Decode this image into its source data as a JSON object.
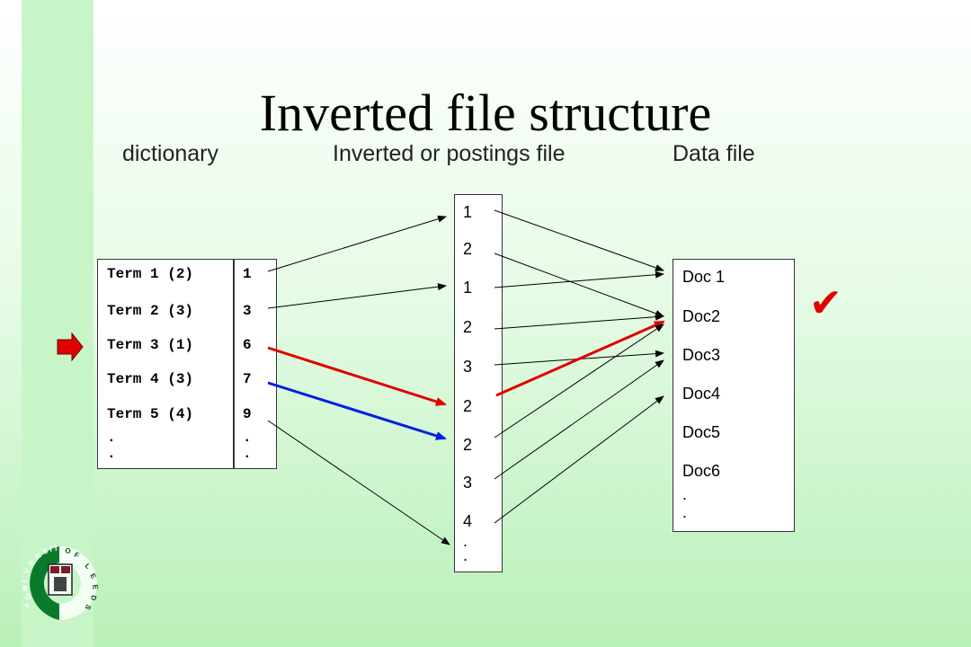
{
  "title": "Inverted file structure",
  "headers": {
    "dictionary": "dictionary",
    "postings": "Inverted or postings file",
    "data": "Data file"
  },
  "dictionary": {
    "terms": [
      "Term 1 (2)",
      "Term 2 (3)",
      "Term 3 (1)",
      "Term 4 (3)",
      "Term 5 (4)",
      ".",
      "."
    ],
    "pointers": [
      "1",
      "3",
      "6",
      "7",
      "9",
      ".",
      "."
    ]
  },
  "postings": [
    "1",
    "2",
    "1",
    "2",
    "3",
    "2",
    "2",
    "3",
    "4",
    ".",
    "."
  ],
  "documents": [
    "Doc 1",
    "Doc2",
    "Doc3",
    "Doc4",
    "Doc5",
    "Doc6",
    ".",
    "."
  ],
  "colors": {
    "highlight_red": "#e00000",
    "highlight_blue": "#0020e0"
  },
  "logo_text": {
    "upper": "UNIVERSITY",
    "right": "OF LEEDS"
  }
}
